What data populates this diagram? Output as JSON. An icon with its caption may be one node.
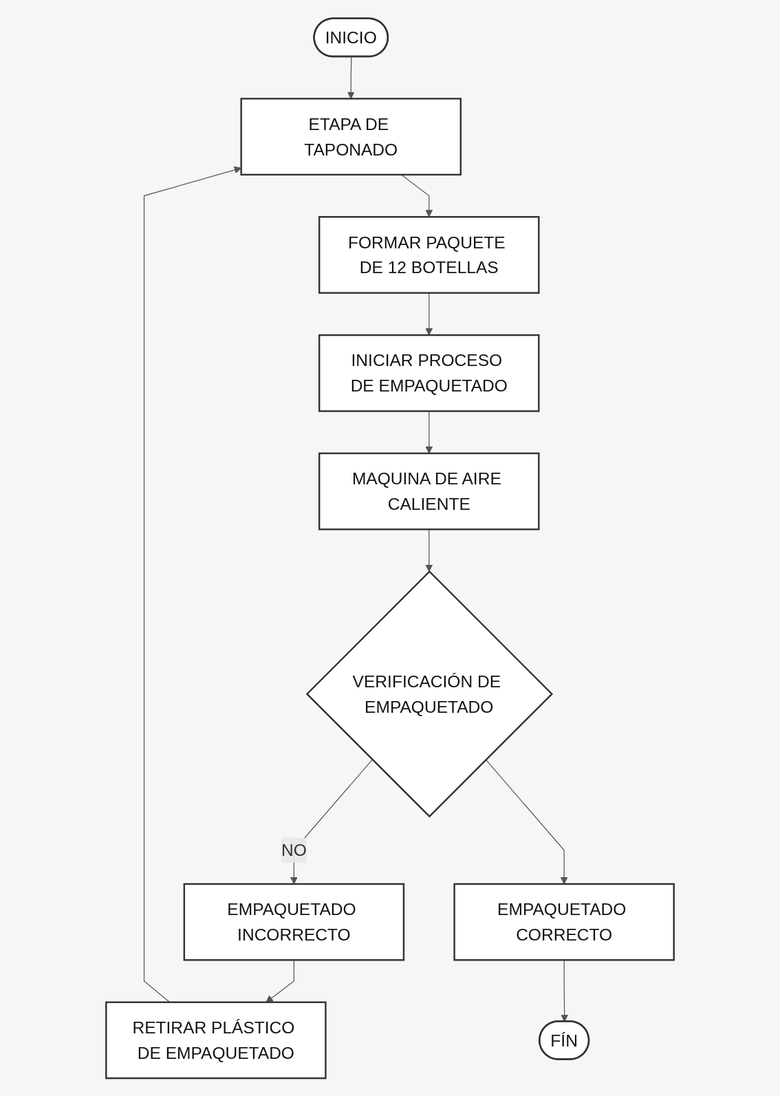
{
  "diagram": {
    "nodes": [
      {
        "text": [
          "INICIO"
        ]
      },
      {
        "text": [
          "ETAPA DE TAPONADO"
        ]
      },
      {
        "text": [
          "FORMAR PAQUETE DE 12 BOTELLAS"
        ]
      },
      {
        "text": [
          "INICIAR PROCESO DE EMPAQUETADO"
        ]
      },
      {
        "text": [
          "MAQUINA DE AIRE CALIENTE"
        ]
      },
      {
        "text": [
          "VERIFICACIÓN DE EMPAQUETADO"
        ]
      },
      {
        "text": [
          "EMPAQUETADO INCORRECTO"
        ]
      },
      {
        "text": [
          "RETIRAR PLÁSTICO DE EMPAQUETADO"
        ]
      },
      {
        "text": [
          "EMPAQUETADO CORRECTO"
        ]
      },
      {
        "text": [
          "FÍN"
        ]
      }
    ],
    "edges": [
      {
        "from": 0,
        "to": 1,
        "arrow": "to"
      },
      {
        "from": 1,
        "to": 2,
        "arrow": "to"
      },
      {
        "from": 2,
        "to": 3,
        "arrow": "to"
      },
      {
        "from": 3,
        "to": 4,
        "arrow": "to"
      },
      {
        "from": 4,
        "to": 5,
        "arrow": "to"
      },
      {
        "from": 5,
        "to": 6,
        "arrow": "to",
        "label": "NO"
      },
      {
        "from": 6,
        "to": 7,
        "arrow": "to"
      },
      {
        "from": 7,
        "to": 1,
        "arrow": "to"
      },
      {
        "from": 5,
        "to": 8,
        "arrow": "to"
      },
      {
        "from": 8,
        "to": 9,
        "arrow": "to"
      }
    ]
  }
}
